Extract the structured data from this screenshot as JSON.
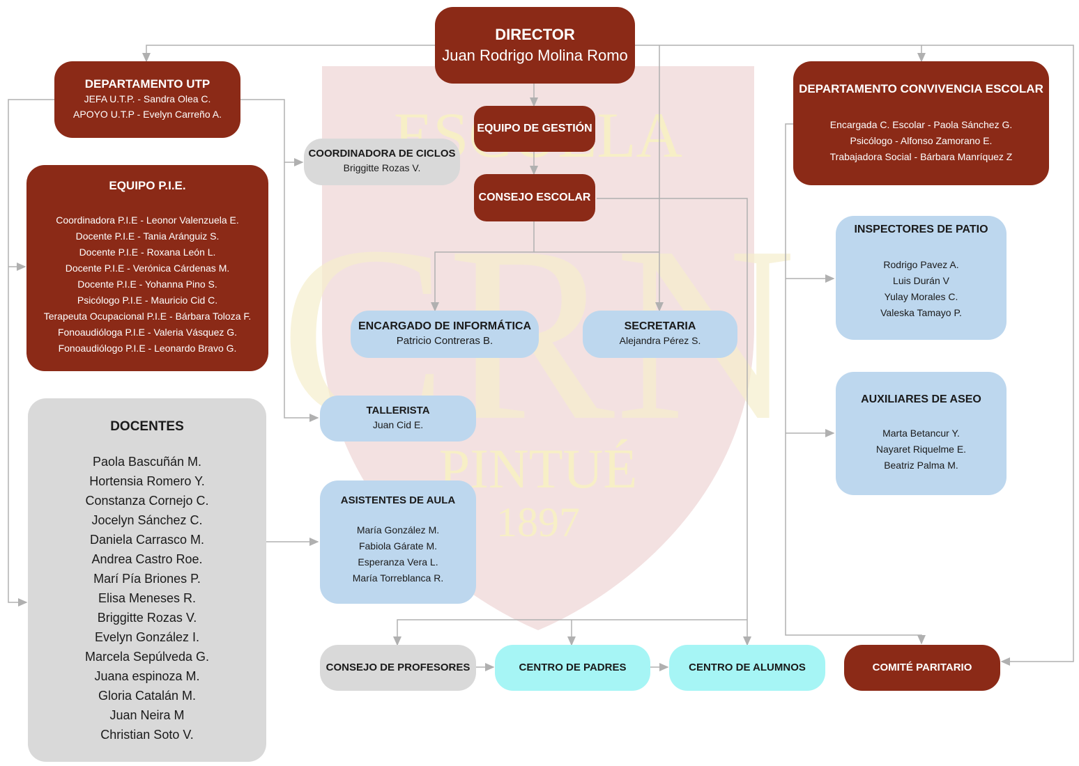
{
  "watermark": {
    "top": "ESCUELA",
    "bottom": "PINTUÉ",
    "year": "1897",
    "letters": "CRN"
  },
  "director": {
    "title": "DIRECTOR",
    "name": "Juan Rodrigo Molina Romo"
  },
  "utp": {
    "title": "DEPARTAMENTO UTP",
    "lines": [
      "JEFA U.T.P. - Sandra Olea C.",
      "APOYO U.T.P - Evelyn Carreño A."
    ]
  },
  "pie": {
    "title": "EQUIPO P.I.E.",
    "lines": [
      "Coordinadora P.I.E - Leonor Valenzuela E.",
      "Docente P.I.E - Tania Aránguiz S.",
      "Docente P.I.E - Roxana León L.",
      "Docente P.I.E - Verónica Cárdenas M.",
      "Docente P.I.E - Yohanna Pino S.",
      "Psicólogo P.I.E - Mauricio Cid C.",
      "Terapeuta Ocupacional P.I.E - Bárbara Toloza F.",
      "Fonoaudióloga P.I.E - Valeria Vásquez G.",
      "Fonoaudiólogo P.I.E - Leonardo Bravo G."
    ]
  },
  "docentes": {
    "title": "DOCENTES",
    "lines": [
      "Paola Bascuñán M.",
      "Hortensia Romero Y.",
      "Constanza Cornejo C.",
      "Jocelyn Sánchez C.",
      "Daniela Carrasco M.",
      "Andrea Castro Roe.",
      "Marí Pía Briones P.",
      "Elisa Meneses R.",
      "Briggitte Rozas V.",
      "Evelyn González I.",
      "Marcela Sepúlveda G.",
      "Juana espinoza M.",
      "Gloria Catalán M.",
      "Juan Neira M",
      "Christian Soto V."
    ]
  },
  "coordinadora": {
    "title": "COORDINADORA DE CICLOS",
    "name": "Briggitte Rozas V."
  },
  "gestion": {
    "title": "EQUIPO DE GESTIÓN"
  },
  "consejo_escolar": {
    "title": "CONSEJO ESCOLAR"
  },
  "informatica": {
    "title": "ENCARGADO DE INFORMÁTICA",
    "name": "Patricio Contreras B."
  },
  "secretaria": {
    "title": "SECRETARIA",
    "name": "Alejandra Pérez S."
  },
  "tallerista": {
    "title": "TALLERISTA",
    "name": "Juan Cid E."
  },
  "asistentes": {
    "title": "ASISTENTES DE AULA",
    "lines": [
      "María González M.",
      "Fabiola Gárate M.",
      "Esperanza Vera L.",
      "María Torreblanca R."
    ]
  },
  "convivencia": {
    "title": "DEPARTAMENTO CONVIVENCIA ESCOLAR",
    "lines": [
      "Encargada C. Escolar - Paola Sánchez G.",
      "Psicólogo - Alfonso Zamorano E.",
      "Trabajadora Social - Bárbara Manríquez Z"
    ]
  },
  "inspectores": {
    "title": "INSPECTORES DE PATIO",
    "lines": [
      "Rodrigo Pavez A.",
      "Luis Durán V",
      "Yulay Morales C.",
      "Valeska Tamayo P."
    ]
  },
  "aseo": {
    "title": "AUXILIARES DE ASEO",
    "lines": [
      "Marta Betancur Y.",
      "Nayaret Riquelme E.",
      "Beatriz Palma M."
    ]
  },
  "profesores": {
    "title": "CONSEJO DE PROFESORES"
  },
  "padres": {
    "title": "CENTRO DE PADRES"
  },
  "alumnos": {
    "title": "CENTRO DE ALUMNOS"
  },
  "comite": {
    "title": "COMITÉ PARITARIO"
  },
  "colors": {
    "red": "#8b2a17",
    "blue": "#bdd7ee",
    "grey": "#d9d9d9",
    "cyan": "#a6f5f5",
    "connector": "#b0b0b0"
  }
}
